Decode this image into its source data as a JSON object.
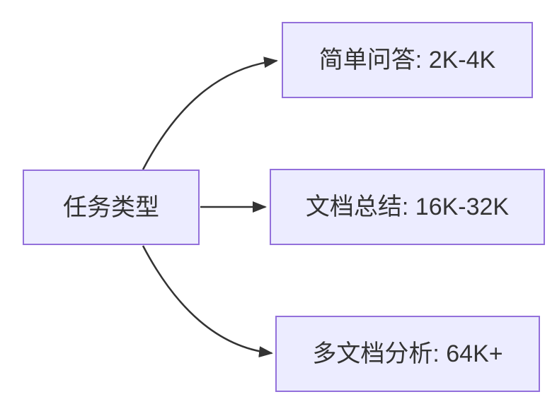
{
  "diagram": {
    "type": "flowchart",
    "root": {
      "label": "任务类型"
    },
    "branches": [
      {
        "label": "简单问答: 2K-4K"
      },
      {
        "label": "文档总结: 16K-32K"
      },
      {
        "label": "多文档分析: 64K+"
      }
    ],
    "edges": [
      {
        "from": "任务类型",
        "to": "简单问答: 2K-4K"
      },
      {
        "from": "任务类型",
        "to": "文档总结: 16K-32K"
      },
      {
        "from": "任务类型",
        "to": "多文档分析: 64K+"
      }
    ],
    "colors": {
      "node_fill": "#ECECFF",
      "node_border": "#9370DB",
      "edge": "#333333",
      "text": "#333333",
      "background": "#FFFFFF"
    }
  }
}
